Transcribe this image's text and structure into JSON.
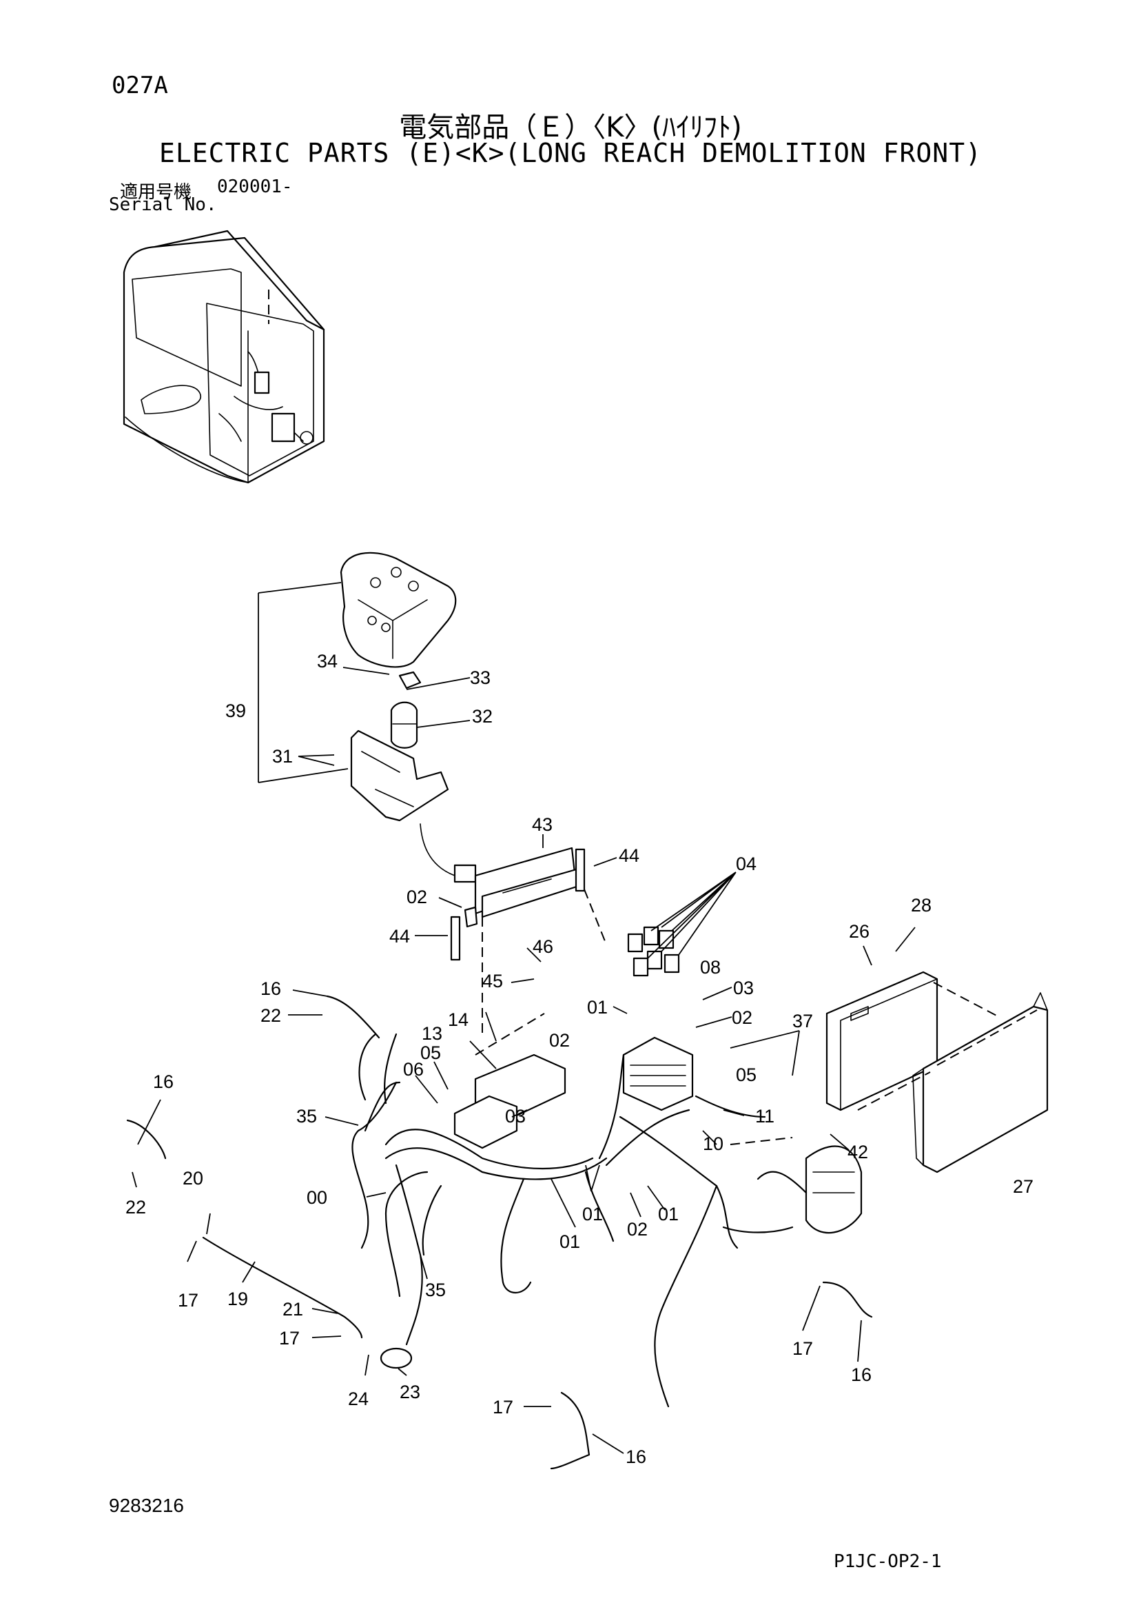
{
  "header": {
    "page_code": "027A",
    "title_jp": "電気部品（Ｅ）〈K〉(ﾊｲﾘﾌﾄ)",
    "title_en": "ELECTRIC PARTS (E)<K>(LONG REACH DEMOLITION FRONT)",
    "serial_label_jp": "適用号機",
    "serial_number": "020001-",
    "serial_label_en": "Serial No."
  },
  "footer": {
    "document_number": "9283216",
    "sheet_code": "P1JC-OP2-1"
  },
  "callouts": [
    {
      "id": "c34",
      "text": "34"
    },
    {
      "id": "c33",
      "text": "33"
    },
    {
      "id": "c39",
      "text": "39"
    },
    {
      "id": "c32",
      "text": "32"
    },
    {
      "id": "c31",
      "text": "31"
    },
    {
      "id": "c43",
      "text": "43"
    },
    {
      "id": "c44a",
      "text": "44"
    },
    {
      "id": "c04",
      "text": "04"
    },
    {
      "id": "c02a",
      "text": "02"
    },
    {
      "id": "c44b",
      "text": "44"
    },
    {
      "id": "c28",
      "text": "28"
    },
    {
      "id": "c26",
      "text": "26"
    },
    {
      "id": "c46",
      "text": "46"
    },
    {
      "id": "c08",
      "text": "08"
    },
    {
      "id": "c45",
      "text": "45"
    },
    {
      "id": "c16a",
      "text": "16"
    },
    {
      "id": "c03a",
      "text": "03"
    },
    {
      "id": "c22a",
      "text": "22"
    },
    {
      "id": "c01a",
      "text": "01"
    },
    {
      "id": "c14",
      "text": "14"
    },
    {
      "id": "c02b",
      "text": "02"
    },
    {
      "id": "c37",
      "text": "37"
    },
    {
      "id": "c13",
      "text": "13"
    },
    {
      "id": "c02c",
      "text": "02"
    },
    {
      "id": "c05a",
      "text": "05"
    },
    {
      "id": "c06",
      "text": "06"
    },
    {
      "id": "c05b",
      "text": "05"
    },
    {
      "id": "c16b",
      "text": "16"
    },
    {
      "id": "c35a",
      "text": "35"
    },
    {
      "id": "c03b",
      "text": "03"
    },
    {
      "id": "c11",
      "text": "11"
    },
    {
      "id": "c42",
      "text": "42"
    },
    {
      "id": "c10",
      "text": "10"
    },
    {
      "id": "c27",
      "text": "27"
    },
    {
      "id": "c20",
      "text": "20"
    },
    {
      "id": "c00",
      "text": "00"
    },
    {
      "id": "c22b",
      "text": "22"
    },
    {
      "id": "c01b",
      "text": "01"
    },
    {
      "id": "c01c",
      "text": "01"
    },
    {
      "id": "c01d",
      "text": "01"
    },
    {
      "id": "c02d",
      "text": "02"
    },
    {
      "id": "c17a",
      "text": "17"
    },
    {
      "id": "c19",
      "text": "19"
    },
    {
      "id": "c35b",
      "text": "35"
    },
    {
      "id": "c21",
      "text": "21"
    },
    {
      "id": "c17b",
      "text": "17"
    },
    {
      "id": "c24",
      "text": "24"
    },
    {
      "id": "c23",
      "text": "23"
    },
    {
      "id": "c17c",
      "text": "17"
    },
    {
      "id": "c16c",
      "text": "16"
    },
    {
      "id": "c17d",
      "text": "17"
    },
    {
      "id": "c16d",
      "text": "16"
    }
  ]
}
